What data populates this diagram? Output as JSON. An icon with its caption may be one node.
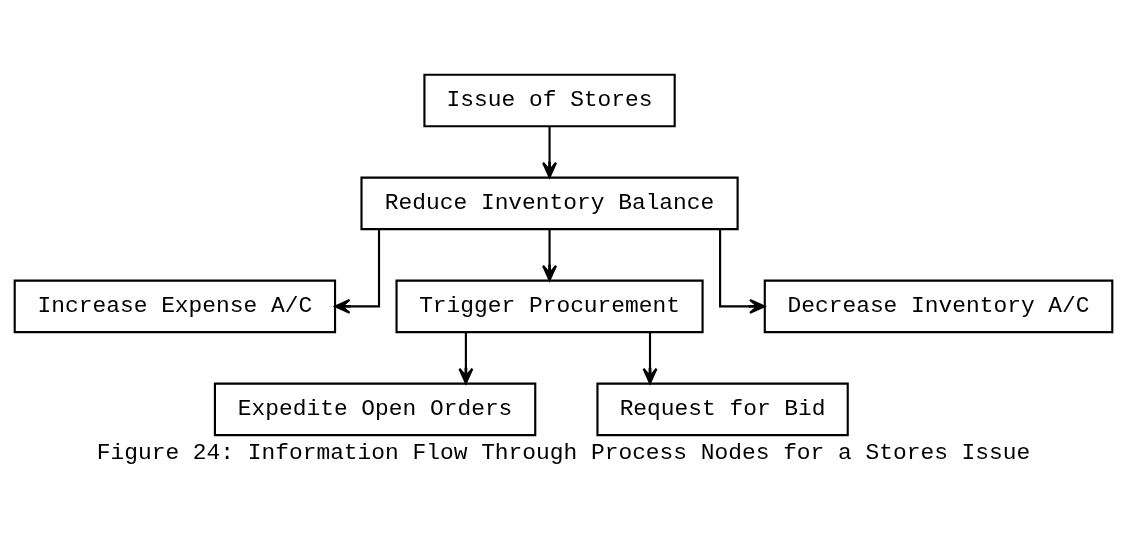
{
  "diagram": {
    "caption": "Figure 24: Information Flow Through Process Nodes for a Stores Issue",
    "nodes": [
      {
        "text": [
          "Issue of Stores"
        ]
      },
      {
        "text": [
          "Reduce Inventory Balance"
        ]
      },
      {
        "text": [
          "Increase Expense A/C"
        ]
      },
      {
        "text": [
          "Trigger Procurement"
        ]
      },
      {
        "text": [
          "Decrease Inventory A/C"
        ]
      },
      {
        "text": [
          "Expedite Open Orders"
        ]
      },
      {
        "text": [
          "Request for Bid"
        ]
      }
    ],
    "edges": [
      {
        "from": 0,
        "to": 1,
        "arrow": "to"
      },
      {
        "from": 1,
        "to": 2,
        "arrow": "to"
      },
      {
        "from": 1,
        "to": 3,
        "arrow": "to"
      },
      {
        "from": 1,
        "to": 4,
        "arrow": "to"
      },
      {
        "from": 3,
        "to": 5,
        "arrow": "to"
      },
      {
        "from": 3,
        "to": 6,
        "arrow": "to"
      }
    ]
  }
}
